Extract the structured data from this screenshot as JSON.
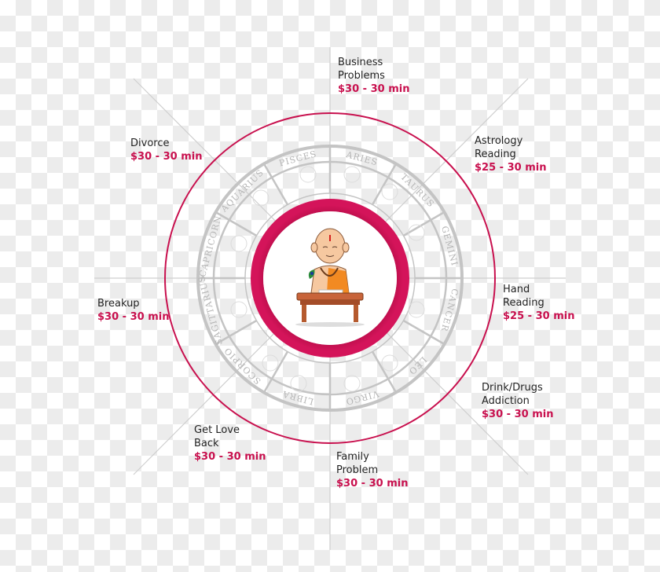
{
  "colors": {
    "accent": "#c8104e",
    "wheel_gray": "#c9c9c9",
    "label_text": "#222222"
  },
  "wheel": {
    "center_icon": "astrologer-icon",
    "zodiac_signs": [
      "ARIES",
      "TAURUS",
      "GEMINI",
      "CANCER",
      "LEO",
      "VIRGO",
      "LIBRA",
      "SCORPIO",
      "SAGITTARIUS",
      "CAPRICORN",
      "AQUARIUS",
      "PISCES"
    ]
  },
  "services": [
    {
      "name": "Business\nProblems",
      "price": "$30 - 30 min"
    },
    {
      "name": "Astrology\nReading",
      "price": "$25 - 30 min"
    },
    {
      "name": "Hand\nReading",
      "price": "$25 - 30 min"
    },
    {
      "name": "Drink/Drugs\nAddiction",
      "price": "$30 - 30 min"
    },
    {
      "name": "Family\nProblem",
      "price": "$30 - 30 min"
    },
    {
      "name": "Get Love\nBack",
      "price": "$30 - 30 min"
    },
    {
      "name": "Breakup",
      "price": "$30 - 30 min"
    },
    {
      "name": "Divorce",
      "price": "$30 - 30 min"
    }
  ]
}
